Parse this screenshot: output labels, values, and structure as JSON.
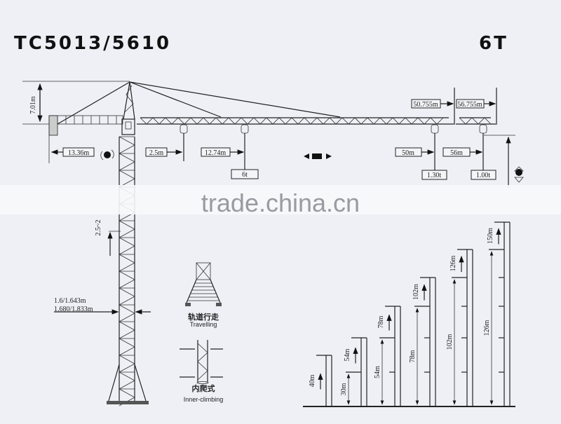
{
  "title": {
    "model": "TC5013/5610",
    "capacity": "6T"
  },
  "dimensions": {
    "jib_head_height": "7.01m",
    "counter_jib_length": "13.36m",
    "min_radius": "2.5m",
    "max_load_radius": "12.74m",
    "max_load": "6t",
    "radius_50": "50m",
    "load_50": "1.30t",
    "radius_56": "56m",
    "load_56": "1.00t",
    "jib_length_50": "50.755m",
    "jib_length_56": "56.755m",
    "mast_section": "2.5~2",
    "mast_width_1": "1.6/1.643m",
    "mast_width_2": "1.680/1.833m"
  },
  "watermark": "trade.china.cn",
  "icons": [
    "slewing-icon",
    "trolley-travel-icon",
    "hoist-up-down-icon"
  ],
  "configurations": [
    {
      "cn": "轨道行走",
      "en": "Travelling"
    },
    {
      "cn": "内爬式",
      "en": "Inner-climbing"
    }
  ],
  "heights": [
    {
      "free": "40m",
      "base": ""
    },
    {
      "free": "54m",
      "base": "30m"
    },
    {
      "free": "78m",
      "base": "54m"
    },
    {
      "free": "102m",
      "base": "78m"
    },
    {
      "free": "126m",
      "base": "102m"
    },
    {
      "free": "150m",
      "base": "126m"
    }
  ]
}
